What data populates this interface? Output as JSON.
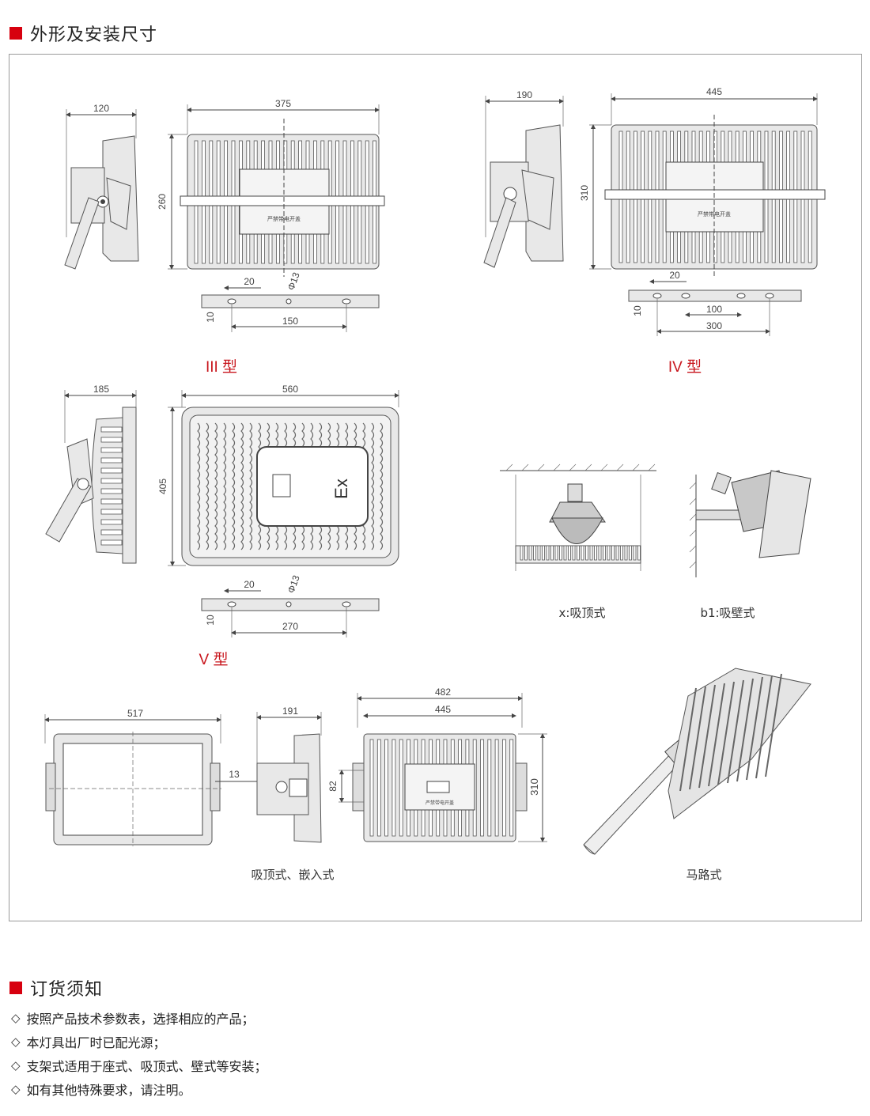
{
  "section1": {
    "title": "外形及安装尺寸"
  },
  "section2": {
    "title": "订货须知"
  },
  "labels": {
    "type3": "III 型",
    "type4": "IV 型",
    "type5": "V 型",
    "cap_ceiling": "x:吸顶式",
    "cap_wall": "b1:吸壁式",
    "cap_embed": "吸顶式、嵌入式",
    "cap_road": "马路式",
    "cover_text": "严禁带电开盖",
    "ex_mark": "Ex"
  },
  "dims": {
    "t3_side_w": "120",
    "t3_front_w": "375",
    "t3_h": "260",
    "t3_slot": "20",
    "t3_hole": "Φ13",
    "t3_thk": "10",
    "t3_span": "150",
    "t4_side_w": "190",
    "t4_front_w": "445",
    "t4_h": "310",
    "t4_slot": "20",
    "t4_thk": "10",
    "t4_pitch": "100",
    "t4_span": "300",
    "t5_side_w": "185",
    "t5_front_w": "560",
    "t5_h": "405",
    "t5_slot": "20",
    "t5_hole": "Φ13",
    "t5_thk": "10",
    "t5_span": "270",
    "b_front_w": "517",
    "b_gap": "13",
    "b_side_w": "191",
    "b_outer_w": "482",
    "b_inner_w": "445",
    "b_h": "310",
    "b_off": "82"
  },
  "notes": [
    "按照产品技术参数表，选择相应的产品；",
    "本灯具出厂时已配光源；",
    "支架式适用于座式、吸顶式、壁式等安装；",
    "如有其他特殊要求，请注明。"
  ],
  "colors": {
    "accent": "#d7000f",
    "type_label": "#c8161d",
    "frame": "#9a9a9a"
  }
}
